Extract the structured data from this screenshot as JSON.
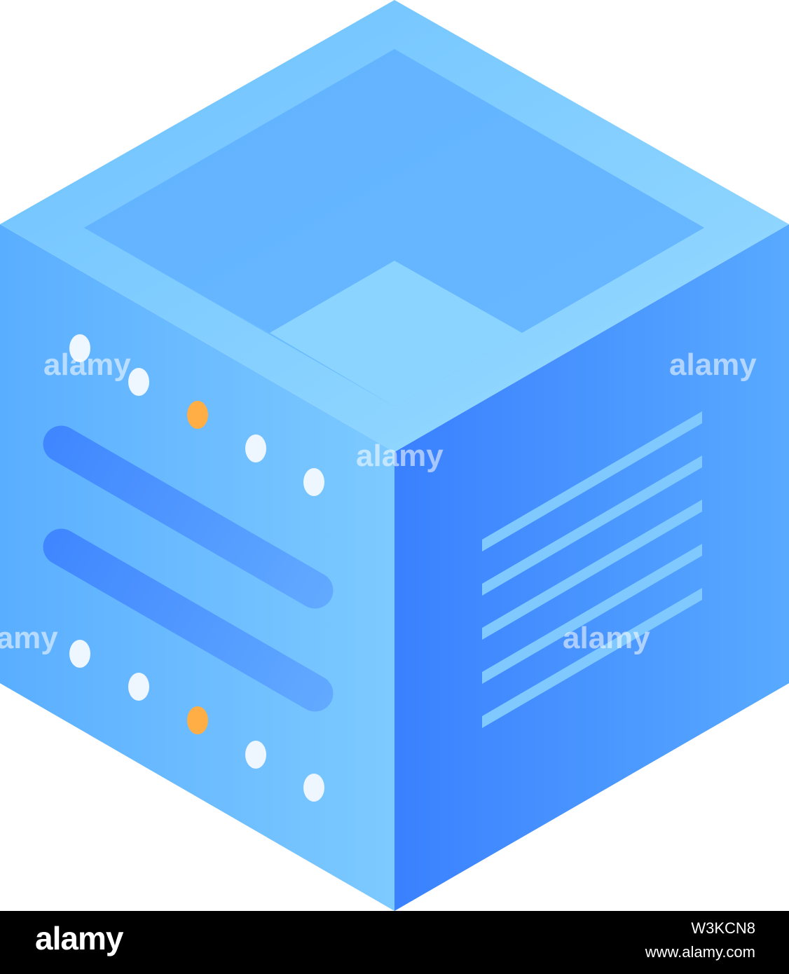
{
  "illustration": {
    "subject": "isometric-server-cube-icon",
    "colors": {
      "top_frame_light": "#8ed6ff",
      "top_inner": "#66b8ff",
      "top_inner_center": "#86d1ff",
      "left_face_start": "#5aaeff",
      "left_face_end": "#7dcaff",
      "right_face_start": "#3d85ff",
      "right_face_end": "#58aaff",
      "slot_color": "#4f95ff",
      "vent_color": "#7fc9ff",
      "led_white": "#eef6ff",
      "led_orange": "#ffad45"
    }
  },
  "watermark": {
    "text": "alamy"
  },
  "footer": {
    "logo": "alamy",
    "image_code": "W3KCN8",
    "url": "www.alamy.com"
  }
}
